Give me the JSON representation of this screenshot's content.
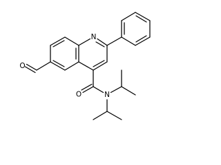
{
  "molecule": {
    "atoms": {
      "oxygen_formyl": "O",
      "nitrogen_quinoline": "N",
      "oxygen_amide": "O",
      "nitrogen_amide": "N"
    }
  }
}
